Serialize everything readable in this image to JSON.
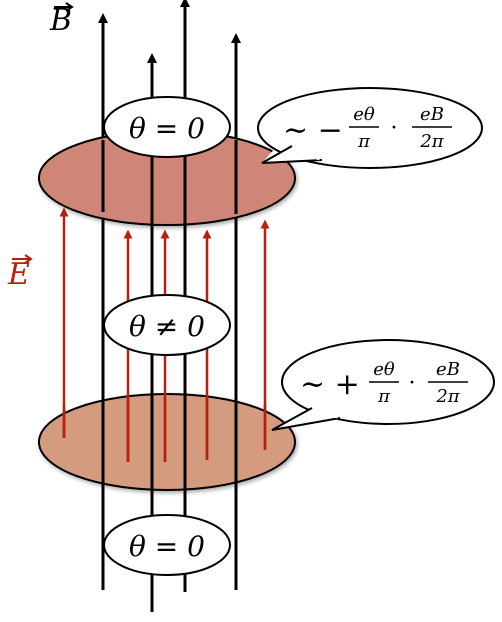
{
  "figure": {
    "labels": {
      "b_field": "B",
      "e_field": "E",
      "theta_top": "θ = 0",
      "theta_middle": "θ ≠ 0",
      "theta_bottom": "θ = 0"
    },
    "charge_top": {
      "prefix": "∼ −",
      "frac1_num": "eθ",
      "frac1_den": "π",
      "dot": "·",
      "frac2_num": "eB",
      "frac2_den": "2π"
    },
    "charge_bottom": {
      "prefix": "∼ +",
      "frac1_num": "eθ",
      "frac1_den": "π",
      "dot": "·",
      "frac2_num": "eB",
      "frac2_den": "2π"
    },
    "colors": {
      "field_lines": "#000000",
      "e_field": "#b5200f",
      "top_disk": "#cf8679",
      "bottom_disk": "#d59b7f",
      "bubble_fill": "#ffffff",
      "outline": "#000000"
    }
  }
}
